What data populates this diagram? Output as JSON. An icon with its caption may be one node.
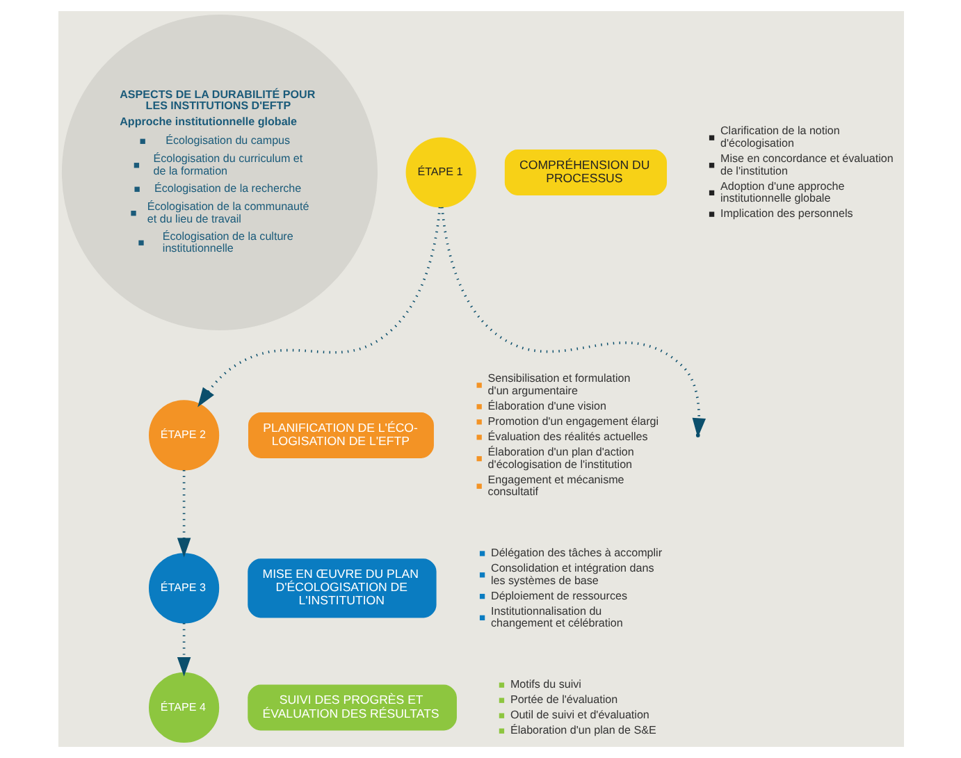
{
  "diagram": {
    "nodes": [
      {
        "text": [
          "ASPECTS DE LA DURABILITÉ POUR LES INSTITUTIONS D'EFTP",
          "Approche institutionnelle globale",
          "Écologisation du campus",
          "Écologisation du curriculum et de la formation",
          "Écologisation de la recherche",
          "Écologisation de la communauté et du lieu de travail",
          "Écologisation de la culture institutionnelle"
        ]
      },
      {
        "text": [
          "ÉTAPE 1"
        ]
      },
      {
        "text": [
          "COMPRÉHENSION DU PROCESSUS"
        ],
        "beside": [
          "Clarification de la notion d'écologisation",
          "Mise en concordance et évaluation de l'institution",
          "Adoption d'une approche institutionnelle globale",
          "Implication des personnels"
        ]
      },
      {
        "text": [
          "ÉTAPE 2"
        ]
      },
      {
        "text": [
          "PLANIFICATION DE L'ÉCO-LOGISATION DE L'EFTP"
        ],
        "beside": [
          "Sensibilisation et formulation d'un argumentaire",
          "Élaboration d'une vision",
          "Promotion d'un engagement élargi",
          "Évaluation des réalités actuelles",
          "Élaboration d'un plan d'action d'écologisation de l'institution",
          "Engagement et mécanisme consultatif"
        ]
      },
      {
        "text": [
          "ÉTAPE 3"
        ]
      },
      {
        "text": [
          "MISE EN ŒUVRE DU PLAN D'ÉCOLOGISATION DE L'INSTITUTION"
        ],
        "beside": [
          "Délégation des tâches à accomplir",
          "Consolidation et intégration dans les systèmes de base",
          "Déploiement de ressources",
          "Institutionnalisation du changement et célébration"
        ]
      },
      {
        "text": [
          "ÉTAPE 4"
        ]
      },
      {
        "text": [
          "SUIVI DES PROGRÈS ET ÉVALUATION DES RÉSULTATS"
        ],
        "beside": [
          "Motifs du suivi",
          "Portée de l'évaluation",
          "Outil de suivi et d'évaluation",
          "Élaboration d'un plan de S&E"
        ]
      }
    ],
    "edges": [
      {
        "from": 1,
        "to": 3,
        "arrow": "to"
      },
      {
        "from": 3,
        "to": 5,
        "arrow": "to"
      },
      {
        "from": 5,
        "to": 7,
        "arrow": "to"
      },
      {
        "from": 1,
        "to": null,
        "arrow": "to"
      }
    ]
  }
}
